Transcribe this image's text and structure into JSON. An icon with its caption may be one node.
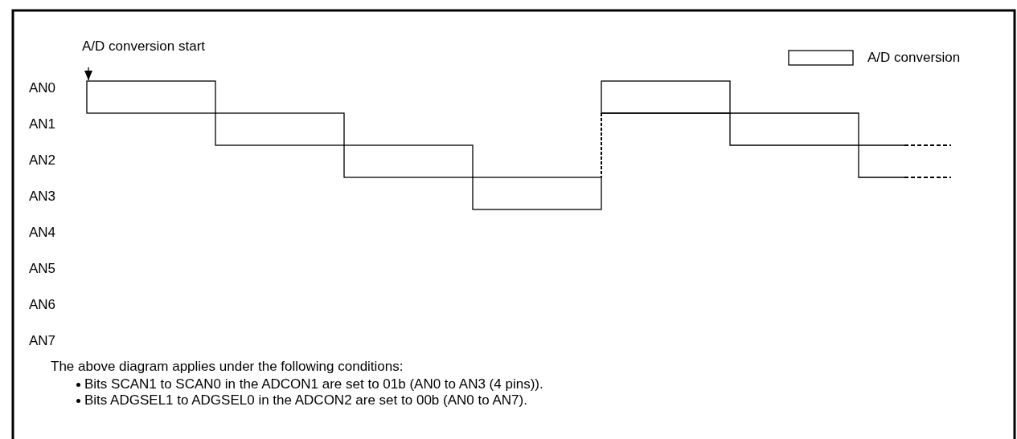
{
  "diagram": {
    "labels": [
      "A/D conversion start",
      "AN0",
      "AN1",
      "AN2",
      "AN3",
      "AN4",
      "AN5",
      "AN6",
      "AN7",
      "The above diagram applies under the following conditions:",
      "Bits SCAN1 to SCAN0 in the ADCON1 are set to 01b (AN0 to AN3 (4 pins)).",
      "Bits ADGSEL1 to ADGSEL0 in the ADCON2 are set to 00b (AN0 to AN7)."
    ],
    "legend": [
      {
        "text": "A/D conversion"
      }
    ]
  }
}
